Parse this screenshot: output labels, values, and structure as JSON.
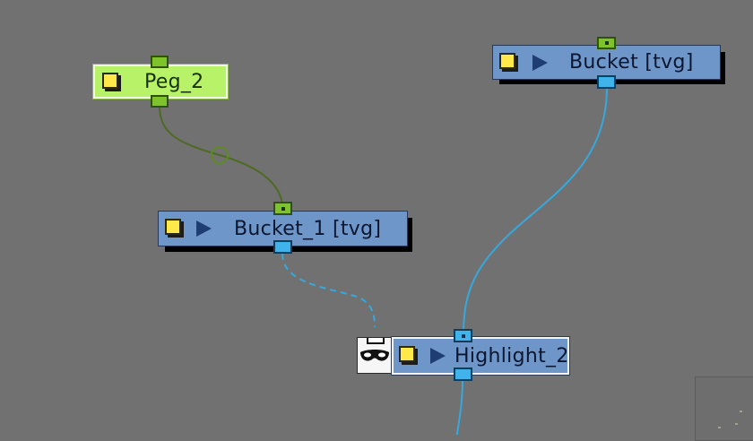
{
  "nodes": {
    "peg_2": {
      "label": "Peg_2"
    },
    "bucket": {
      "label": "Bucket  [tvg]"
    },
    "bucket_1": {
      "label": "Bucket_1  [tvg]"
    },
    "highlight_2": {
      "label": "Highlight_2"
    }
  },
  "colors": {
    "canvas": "#717171",
    "node_blue": "#6f96c8",
    "node_peg": "#b8f268",
    "wire_green": "#4e6a22",
    "wire_blue": "#36a8de"
  },
  "icons": [
    "enable-toggle-icon",
    "play-icon",
    "composite-mask-icon"
  ]
}
